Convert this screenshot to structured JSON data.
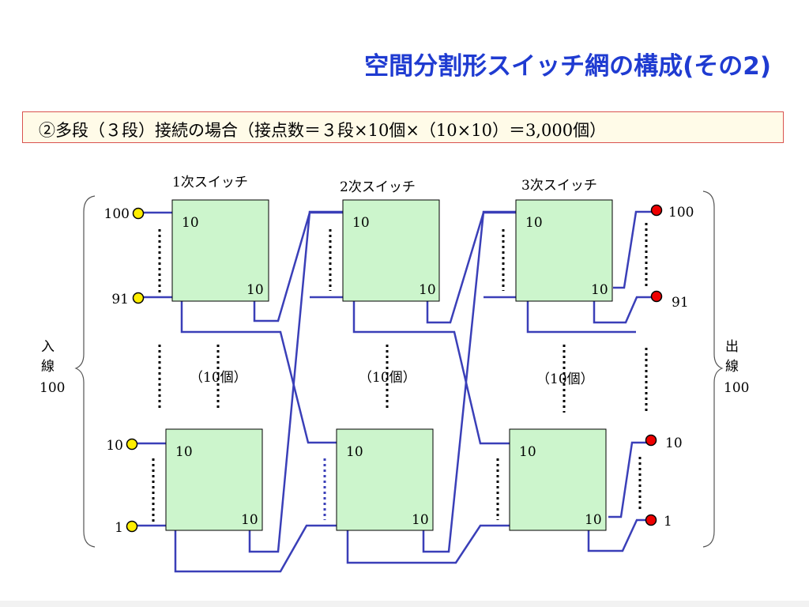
{
  "title": "空間分割形スイッチ網の構成(その2)",
  "subtitle": "②多段（３段）接続の場合（接点数＝３段×10個×（10×10）＝3,000個）",
  "stages": [
    {
      "label": "1次スイッチ",
      "count_label": "（10個）"
    },
    {
      "label": "2次スイッチ",
      "count_label": "（10個）"
    },
    {
      "label": "3次スイッチ",
      "count_label": "（10個）"
    }
  ],
  "switch_ports": {
    "in": "10",
    "out": "10"
  },
  "inputs": {
    "side_label": [
      "入",
      "線",
      "100"
    ],
    "terminals": [
      "100",
      "91",
      "10",
      "1"
    ]
  },
  "outputs": {
    "side_label": [
      "出",
      "線",
      "100"
    ],
    "terminals": [
      "100",
      "91",
      "10",
      "1"
    ]
  },
  "colors": {
    "title": "#1f3bd1",
    "line": "#3a3fb8",
    "switch_fill": "#ccf5cc",
    "input_terminal": "#ffee00",
    "output_terminal": "#ee0000"
  }
}
